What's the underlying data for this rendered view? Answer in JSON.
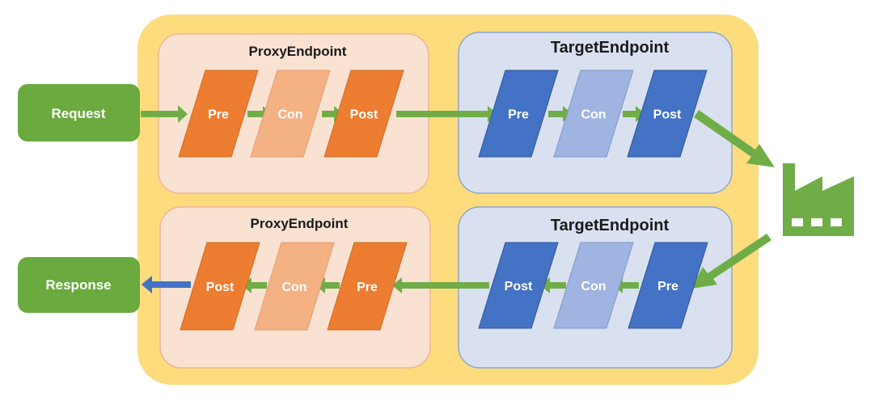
{
  "request_label": "Request",
  "response_label": "Response",
  "request_flow": {
    "proxy": {
      "title": "ProxyEndpoint",
      "stages": [
        {
          "label": "Pre",
          "kind": "proxy-main"
        },
        {
          "label": "Con",
          "kind": "proxy-light"
        },
        {
          "label": "Post",
          "kind": "proxy-main"
        }
      ]
    },
    "target": {
      "title": "TargetEndpoint",
      "stages": [
        {
          "label": "Pre",
          "kind": "target-main"
        },
        {
          "label": "Con",
          "kind": "target-light"
        },
        {
          "label": "Post",
          "kind": "target-main"
        }
      ]
    }
  },
  "response_flow": {
    "proxy": {
      "title": "ProxyEndpoint",
      "stages": [
        {
          "label": "Post",
          "kind": "proxy-main"
        },
        {
          "label": "Con",
          "kind": "proxy-light"
        },
        {
          "label": "Pre",
          "kind": "proxy-main"
        }
      ]
    },
    "target": {
      "title": "TargetEndpoint",
      "stages": [
        {
          "label": "Post",
          "kind": "target-main"
        },
        {
          "label": "Con",
          "kind": "target-light"
        },
        {
          "label": "Pre",
          "kind": "target-main"
        }
      ]
    }
  },
  "backend_icon": "factory-icon",
  "colors": {
    "outer_container": "#fddc7e",
    "proxy_panel": "#f9e2d2",
    "proxy_panel_border": "#f0b49a",
    "target_panel": "#d9e1f1",
    "target_panel_border": "#8ea6cf",
    "proxy_main": "#ed7d31",
    "proxy_light": "#f4b183",
    "target_main": "#4472c4",
    "target_light": "#9fb4e0",
    "arrow": "#70ad47",
    "response_arrow": "#4472c4",
    "pill": "#6aaa3f",
    "factory": "#70ad47",
    "text_dark": "#1a1a1a",
    "text_light": "#ffffff"
  }
}
